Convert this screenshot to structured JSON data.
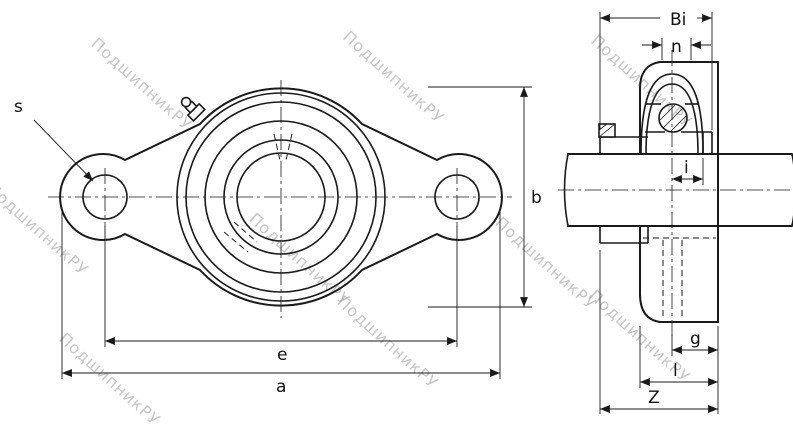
{
  "drawing": {
    "watermark_text": "ПодшипникРУ",
    "front_view_labels": {
      "s": "s",
      "b": "b",
      "e": "e",
      "a": "a"
    },
    "side_view_labels": {
      "Bi": "Bi",
      "n": "n",
      "i": "i",
      "g": "g",
      "l": "l",
      "Z": "Z"
    },
    "colors": {
      "line": "#1a1a1a",
      "watermark": "#9a9a9a",
      "background": "#ffffff"
    }
  }
}
